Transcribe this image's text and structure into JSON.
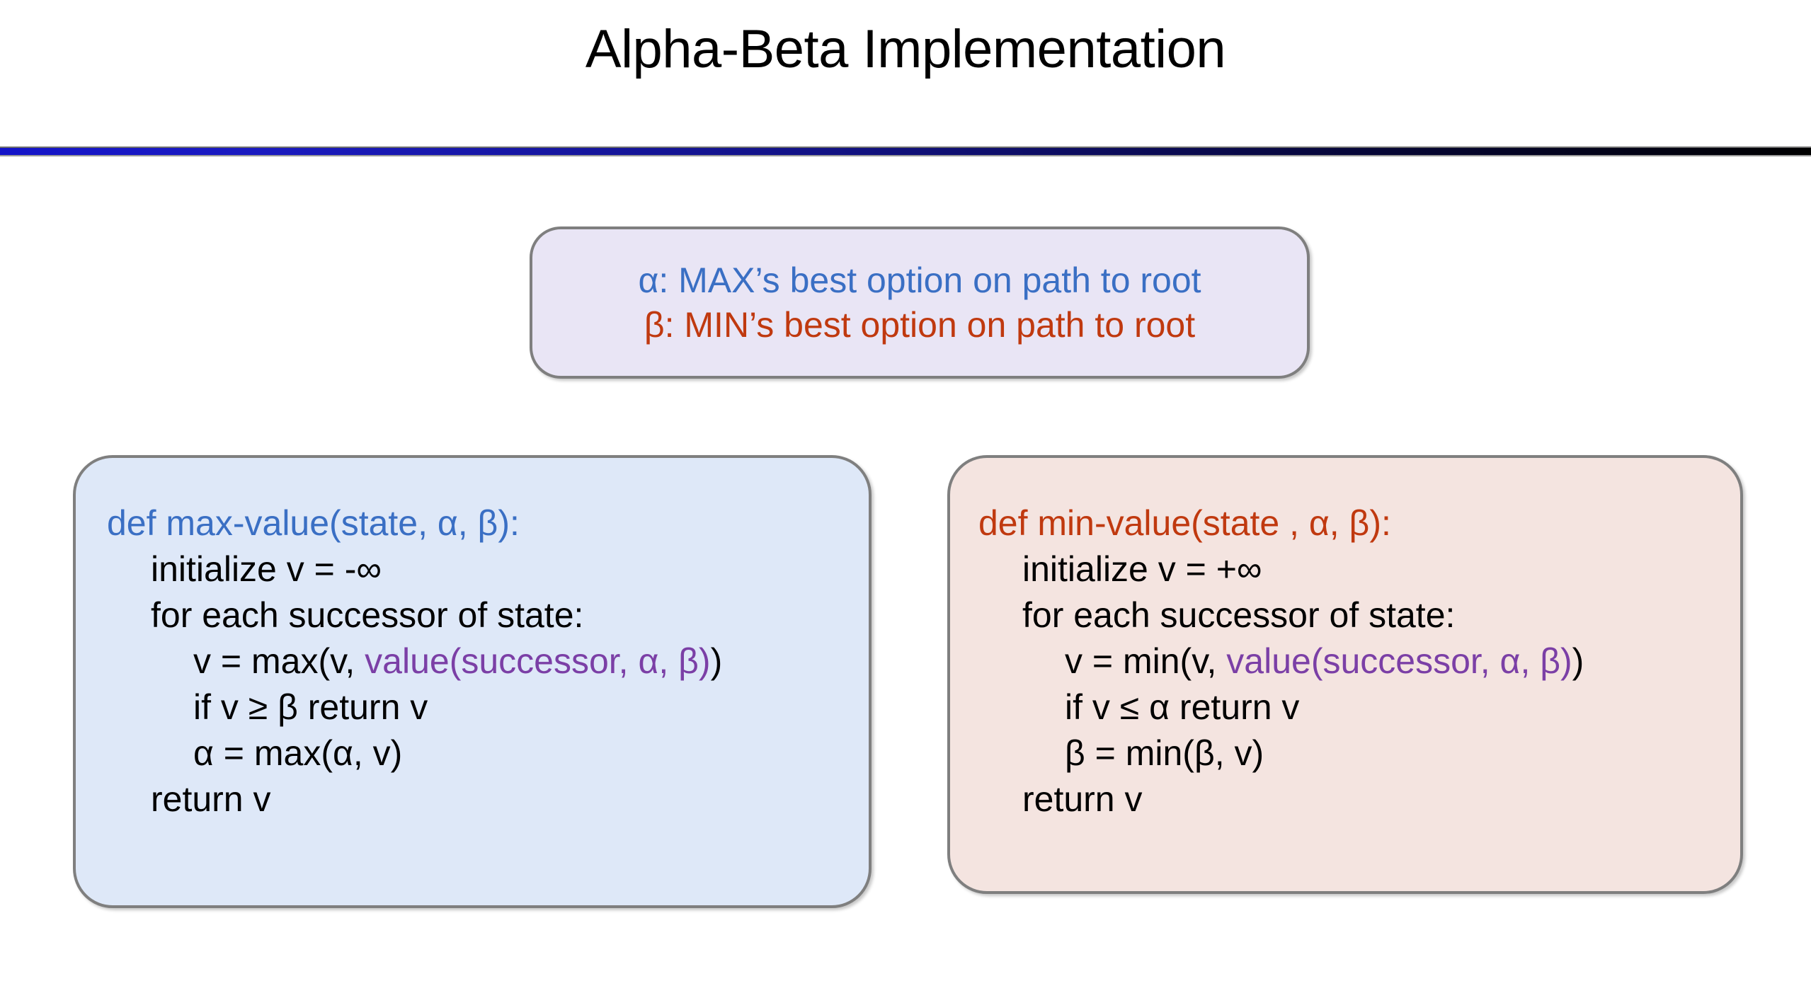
{
  "slide": {
    "title": "Alpha-Beta Implementation",
    "rule_gradient_from": "#1414c8",
    "rule_gradient_to": "#000000"
  },
  "legend": {
    "background": "#e9e5f5",
    "border_color": "#7f7f7f",
    "alpha_line": "α: MAX’s best option on path to root",
    "alpha_color": "#3a6fc4",
    "beta_line": "β: MIN’s best option on path to root",
    "beta_color": "#c0390f"
  },
  "max_box": {
    "background": "#dee8f8",
    "border_color": "#7f7f7f",
    "signature_color": "#3a6fc4",
    "callsite_color": "#7b3fa6",
    "signature": "def max-value(state, α, β):",
    "line_initialize": "initialize v = -∞",
    "line_for": "for each successor of state:",
    "line_assign_prefix": "v = max(v, ",
    "line_assign_call": "value(successor, α, β)",
    "line_assign_suffix": ")",
    "line_if": "if v ≥ β return v",
    "line_update": "α = max(α, v)",
    "line_return": "return v"
  },
  "min_box": {
    "background": "#f4e4e0",
    "border_color": "#7f7f7f",
    "signature_color": "#c0390f",
    "callsite_color": "#7b3fa6",
    "signature": "def min-value(state , α, β):",
    "line_initialize": "initialize v = +∞",
    "line_for": "for each successor of state:",
    "line_assign_prefix": "v = min(v, ",
    "line_assign_call": "value(successor, α, β)",
    "line_assign_suffix": ")",
    "line_if": "if v ≤ α return v",
    "line_update": "β = min(β, v)",
    "line_return": "return v"
  }
}
